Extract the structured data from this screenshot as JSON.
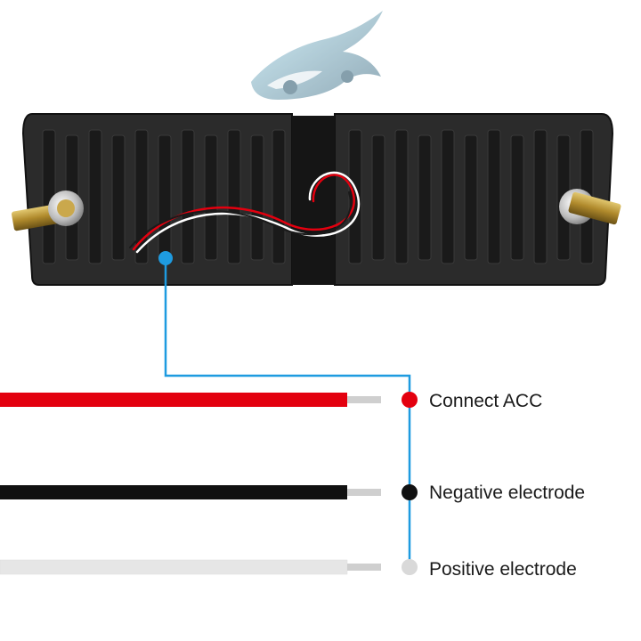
{
  "wires": [
    {
      "label": "Connect ACC",
      "color": "#e3000f",
      "dot": "#e3000f"
    },
    {
      "label": "Negative electrode",
      "color": "#111111",
      "dot": "#111111"
    },
    {
      "label": "Positive electrode",
      "color": "#e6e6e6",
      "dot": "#d9d9d9"
    }
  ],
  "colors": {
    "connector": "#1e9be0",
    "housing": "#2b2b2b",
    "housing_rib": "#181818",
    "bolt": "#b89a3c",
    "stripped_wire": "#cfcfcf"
  },
  "icons": [
    "car-logo-icon",
    "bolt-icon"
  ]
}
